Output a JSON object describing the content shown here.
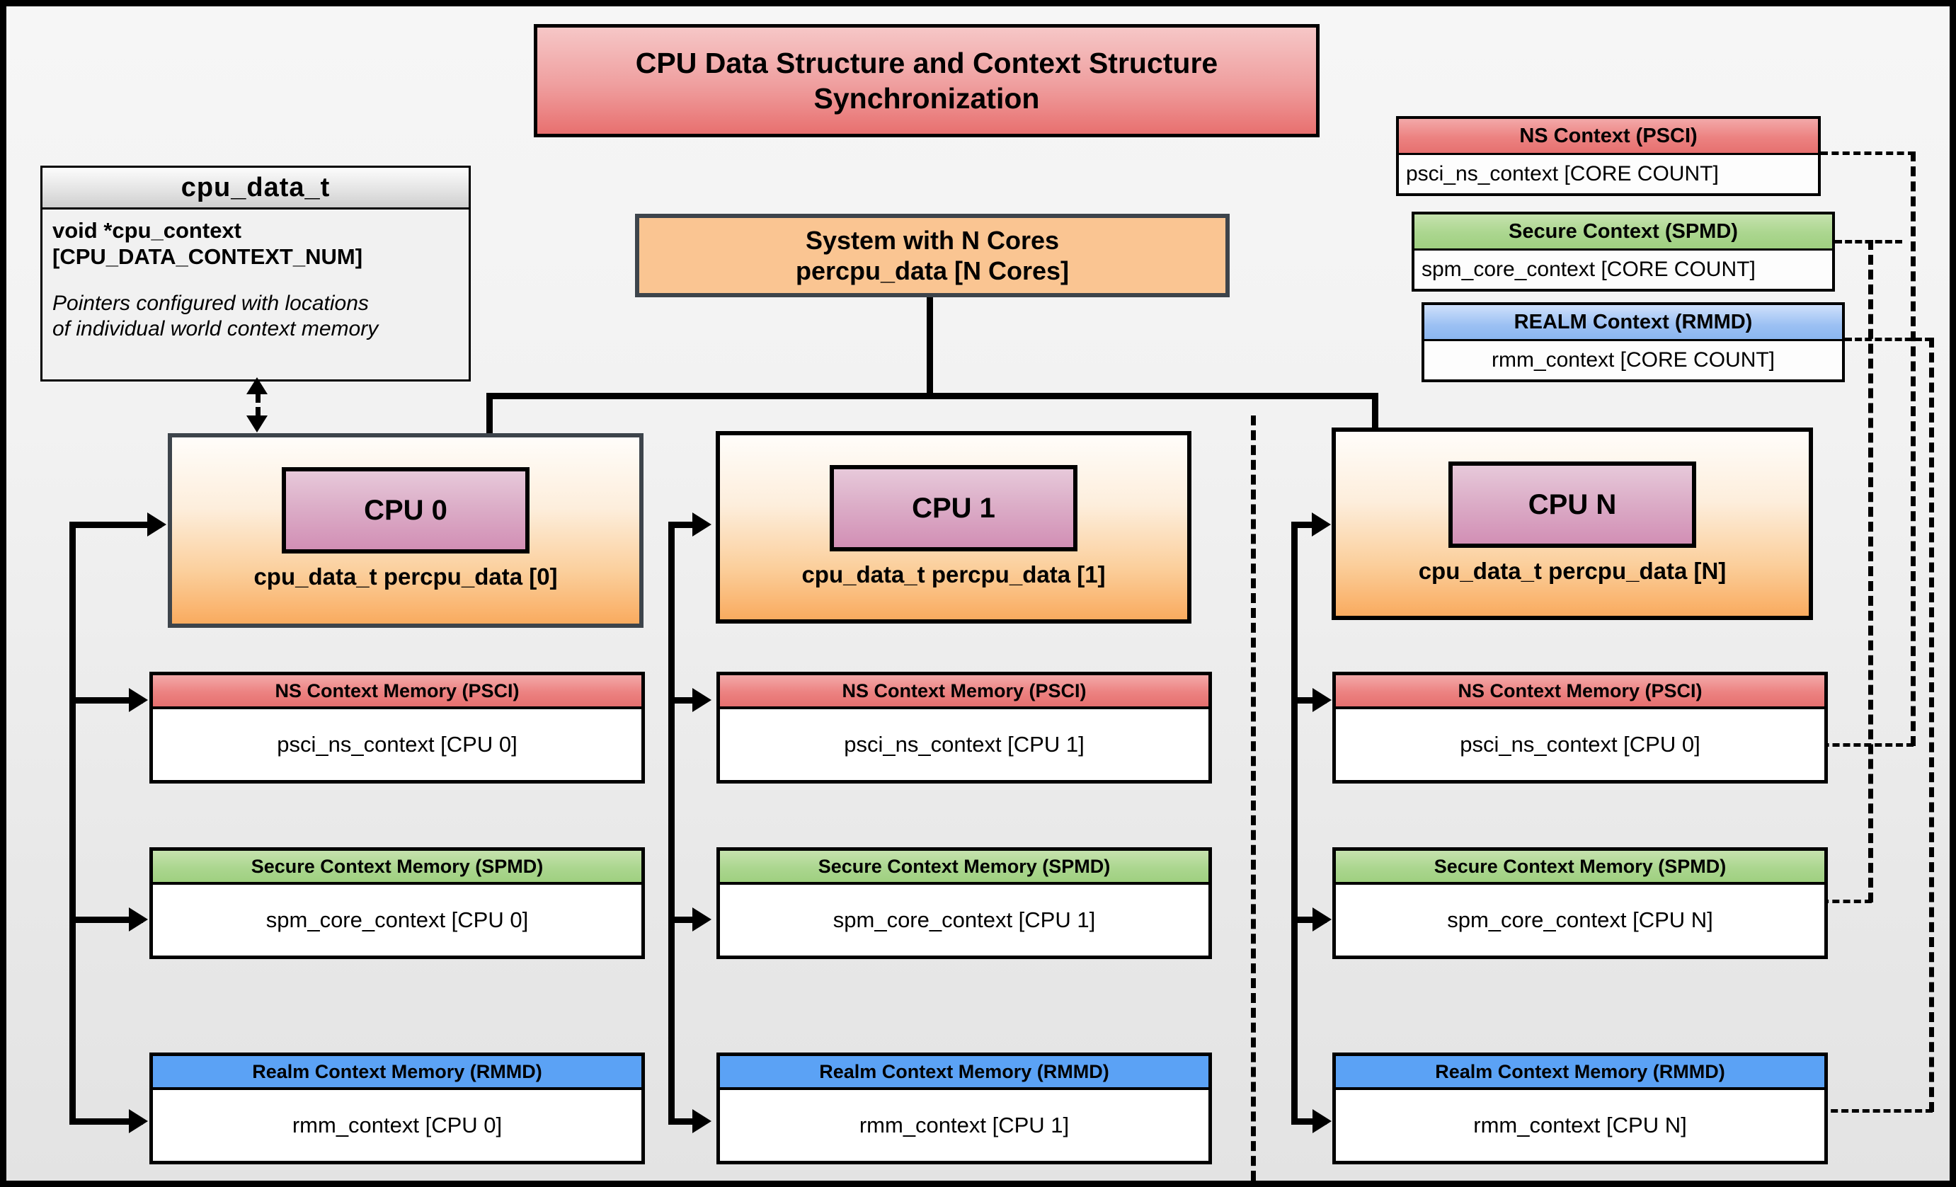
{
  "diagram": {
    "title": "CPU Data Structure and Context Structure Synchronization"
  },
  "cpu_data_struct": {
    "header": "cpu_data_t",
    "field_line1": "void  *cpu_context",
    "field_line2": "[CPU_DATA_CONTEXT_NUM]",
    "note_line1": "Pointers configured with locations",
    "note_line2": "of individual world context memory"
  },
  "system": {
    "line1": "System with N Cores",
    "line2": "percpu_data [N Cores]"
  },
  "global_contexts": [
    {
      "id": "ns",
      "header": "NS Context  (PSCI)",
      "value": "psci_ns_context [CORE COUNT]",
      "color": "#e8706f"
    },
    {
      "id": "secure",
      "header": "Secure Context (SPMD)",
      "value": "spm_core_context [CORE COUNT]",
      "color": "#9fd080"
    },
    {
      "id": "realm",
      "header": "REALM Context (RMMD)",
      "value": "rmm_context [CORE COUNT]",
      "color": "#8bb6f0"
    }
  ],
  "cpus": [
    {
      "badge": "CPU 0",
      "caption": "cpu_data_t percpu_data [0]",
      "contexts": [
        {
          "header": "NS Context Memory (PSCI)",
          "value": "psci_ns_context [CPU 0]",
          "color": "#e8706f"
        },
        {
          "header": "Secure Context Memory (SPMD)",
          "value": "spm_core_context [CPU 0]",
          "color": "#9fd080"
        },
        {
          "header": "Realm Context Memory (RMMD)",
          "value": "rmm_context [CPU 0]",
          "color": "#5ba2f5"
        }
      ]
    },
    {
      "badge": "CPU 1",
      "caption": "cpu_data_t percpu_data [1]",
      "contexts": [
        {
          "header": "NS Context Memory (PSCI)",
          "value": "psci_ns_context [CPU 1]",
          "color": "#e8706f"
        },
        {
          "header": "Secure Context Memory (SPMD)",
          "value": "spm_core_context [CPU 1]",
          "color": "#9fd080"
        },
        {
          "header": "Realm Context Memory (RMMD)",
          "value": "rmm_context [CPU 1]",
          "color": "#5ba2f5"
        }
      ]
    },
    {
      "badge": "CPU N",
      "caption": "cpu_data_t percpu_data [N]",
      "contexts": [
        {
          "header": "NS Context Memory (PSCI)",
          "value": "psci_ns_context [CPU 0]",
          "color": "#e8706f"
        },
        {
          "header": "Secure Context Memory (SPMD)",
          "value": "spm_core_context [CPU N]",
          "color": "#9fd080"
        },
        {
          "header": "Realm Context Memory (RMMD)",
          "value": "rmm_context [CPU N]",
          "color": "#5ba2f5"
        }
      ]
    }
  ],
  "colors": {
    "background_top": "#f6f6f6",
    "background_bottom": "#e3e3e3",
    "title_fill": "#e8706f",
    "system_fill": "#fac592",
    "cpu_block_fill": "#f9ab5f",
    "cpu_badge_fill": "#d28fb5",
    "border": "#000000"
  }
}
